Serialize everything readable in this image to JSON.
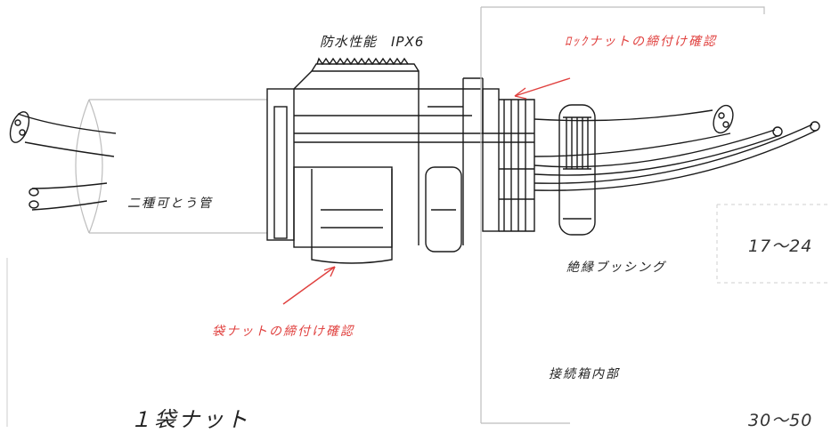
{
  "labels": {
    "waterproof": "防水性能　IPX6",
    "locknut_check": "ﾛｯｸナットの締付け確認",
    "conduit": "二種可とう管",
    "dim_upper": "17～24",
    "insulating_bushing": "絶縁ブッシング",
    "bagnut_check": "袋ナットの締付け確認",
    "box_interior": "接続箱内部",
    "title": "１袋ナット",
    "dim_lower": "30～50"
  },
  "colors": {
    "annotation": "#e0413f",
    "line": "#1a1a1a",
    "text": "#222222",
    "faint": "#bbbbbb"
  }
}
